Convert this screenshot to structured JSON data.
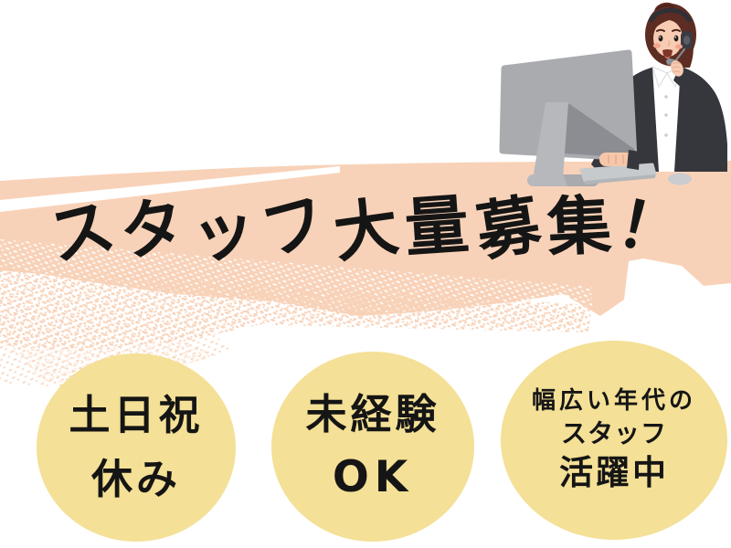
{
  "page": {
    "background": "#FFFFFF"
  },
  "colors": {
    "band_peach": "#F8D2B8",
    "badge_yellow": "#F4E096",
    "ink": "#151515",
    "monitor_gray": "#A9ABAF",
    "monitor_shadow": "#8B8D92",
    "stand_gray": "#B6B8BC",
    "keyboard_gray": "#C7CACD",
    "mouse_gray": "#CACCD0",
    "suit_dark": "#36363D",
    "shirt_white": "#FFFFFF",
    "skin": "#F8CCB2",
    "hair_brown": "#5D2C22",
    "headset_dark": "#303037",
    "blush_pink": "#F2A58D"
  },
  "headline": {
    "text": "スタッフ大量募集！"
  },
  "badges": [
    {
      "id": "weekends-holidays-off",
      "lines": [
        "土日祝",
        "休み"
      ]
    },
    {
      "id": "no-experience-ok",
      "lines": [
        "未経験",
        "OK"
      ]
    },
    {
      "id": "wide-age-range-staff",
      "lines": [
        "幅広い年代の",
        "スタッフ",
        "活躍中"
      ]
    }
  ],
  "illustration": {
    "name": "call-center-operator-at-computer"
  }
}
